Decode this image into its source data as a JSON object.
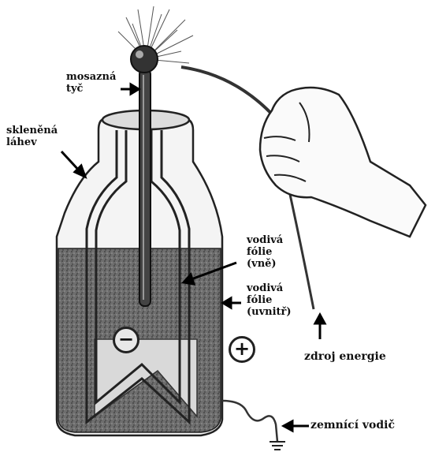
{
  "labels": {
    "brass_rod": "mosazná\ntyč",
    "glass_bottle": "skleněná\nláhev",
    "outer_foil": "vodivá\nfólie\n(vně)",
    "inner_foil": "vodivá\nfólie\n(uvnitř)",
    "energy_source": "zdroj energie",
    "ground_wire": "zemnící vodič"
  },
  "signs": {
    "negative": "−",
    "positive": "+"
  }
}
